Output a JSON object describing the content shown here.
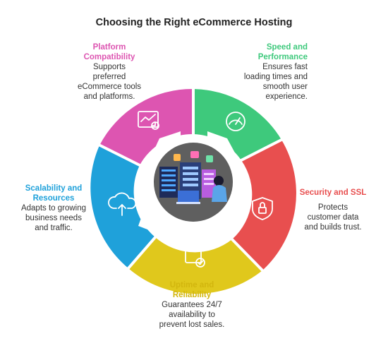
{
  "title": "Choosing the Right eCommerce Hosting",
  "colors": {
    "platform": "#DD55B1",
    "speed": "#3EC97C",
    "security": "#E84F4F",
    "uptime": "#E0C81C",
    "scalability": "#1FA1DA"
  },
  "segments": [
    {
      "key": "platform",
      "heading": "Platform Compatibility",
      "heading_lines": [
        "Platform",
        "Compatibility"
      ],
      "desc_lines": [
        "Supports",
        "preferred",
        "eCommerce tools",
        "and platforms."
      ],
      "icon": "analytics-dashboard-icon"
    },
    {
      "key": "speed",
      "heading": "Speed and Performance",
      "heading_lines": [
        "Speed and",
        "Performance"
      ],
      "desc_lines": [
        "Ensures fast",
        "loading times and",
        "smooth user",
        "experience."
      ],
      "icon": "speedometer-icon"
    },
    {
      "key": "security",
      "heading": "Security and SSL",
      "heading_lines": [
        "Security and SSL"
      ],
      "desc_lines": [
        "Protects",
        "customer data",
        "and builds trust."
      ],
      "icon": "shield-lock-icon"
    },
    {
      "key": "uptime",
      "heading": "Uptime and Reliability",
      "heading_lines": [
        "Uptime and",
        "Reliability"
      ],
      "desc_lines": [
        "Guarantees 24/7",
        "availability to",
        "prevent lost sales."
      ],
      "icon": "calendar-check-icon"
    },
    {
      "key": "scalability",
      "heading": "Scalability and Resources",
      "heading_lines": [
        "Scalability and",
        "Resources"
      ],
      "desc_lines": [
        "Adapts to growing",
        "business needs",
        "and traffic."
      ],
      "icon": "cloud-upload-icon"
    }
  ],
  "center_image": "server-room-illustration"
}
